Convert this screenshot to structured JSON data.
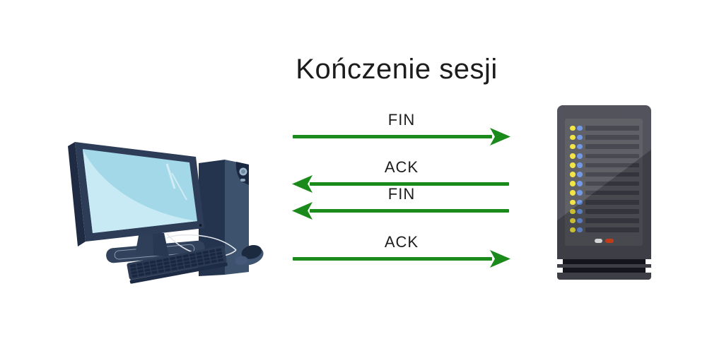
{
  "title": "Kończenie sesji",
  "palette": {
    "background": "#ffffff",
    "arrow_green": "#1a8b1a",
    "text_dark": "#1d1d1b",
    "server_led_yellow": "#f2e43c",
    "server_led_blue": "#6b93e4",
    "server_button_white": "#ffffff",
    "server_button_red": "#e8481f"
  },
  "messages": [
    {
      "label": "FIN",
      "direction": "right",
      "from": "client",
      "to": "server"
    },
    {
      "label": "ACK",
      "direction": "left",
      "from": "server",
      "to": "client"
    },
    {
      "label": "FIN",
      "direction": "left",
      "from": "server",
      "to": "client"
    },
    {
      "label": "ACK",
      "direction": "right",
      "from": "client",
      "to": "server"
    }
  ],
  "nodes": {
    "client": "desktop-computer",
    "server": "server-tower"
  },
  "server": {
    "led_rows": 12,
    "leds_per_row": [
      "yellow",
      "blue"
    ],
    "buttons": [
      "white",
      "red"
    ]
  }
}
